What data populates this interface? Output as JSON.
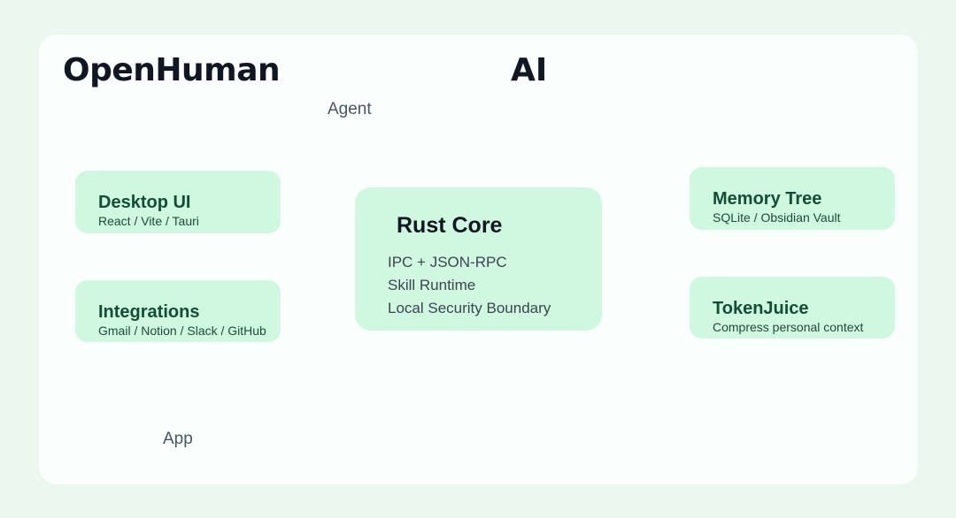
{
  "header": {
    "title_left": "OpenHuman",
    "title_right": "AI",
    "caption_agent": "Agent",
    "caption_app": "App"
  },
  "cards": {
    "desktop": {
      "title": "Desktop UI",
      "subtitle": "React / Vite / Tauri"
    },
    "integrations": {
      "title": "Integrations",
      "subtitle": "Gmail / Notion / Slack / GitHub"
    },
    "memory": {
      "title": "Memory Tree",
      "subtitle": "SQLite / Obsidian Vault"
    },
    "tokenjuice": {
      "title": "TokenJuice",
      "subtitle": "Compress personal context"
    }
  },
  "core": {
    "title": "Rust Core",
    "lines": [
      "IPC + JSON-RPC",
      "Skill Runtime",
      "Local Security Boundary"
    ]
  },
  "colors": {
    "background": "#ebf7ef",
    "panel": "#fafefc",
    "card": "#d0f8e0",
    "card_title": "#124e36",
    "heading": "#111722"
  }
}
